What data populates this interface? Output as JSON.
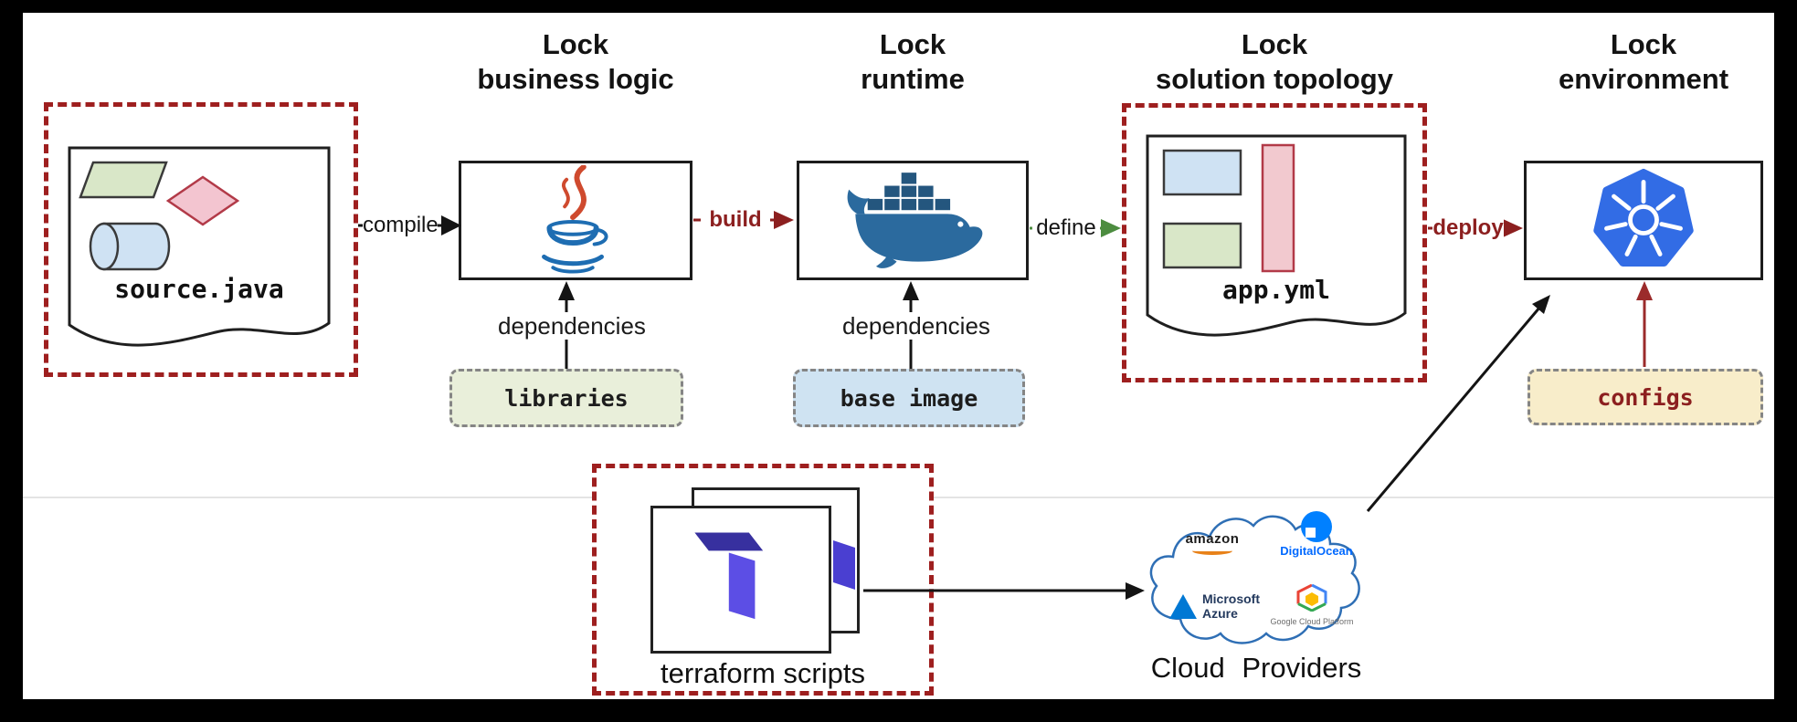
{
  "diagram": {
    "stages": {
      "source": {
        "file_label": "source.java"
      },
      "business_logic": {
        "title": "Lock\nbusiness logic",
        "dependency_label": "dependencies",
        "input_label": "libraries"
      },
      "runtime": {
        "title": "Lock\nruntime",
        "dependency_label": "dependencies",
        "input_label": "base image"
      },
      "solution_topology": {
        "title": "Lock\nsolution topology",
        "file_label": "app.yml"
      },
      "environment": {
        "title": "Lock\nenvironment",
        "input_label": "configs"
      }
    },
    "arrows": {
      "compile": "compile",
      "build": "build",
      "define": "define",
      "deploy": "deploy"
    },
    "bottom": {
      "terraform_label": "terraform scripts",
      "cloud_label": "Cloud Providers",
      "providers": {
        "amazon": "amazon",
        "digitalocean": "DigitalOcean",
        "microsoft_line1": "Microsoft",
        "microsoft_line2": "Azure",
        "google": "Google Cloud Platform"
      }
    },
    "icons": {
      "java": "java-cup-icon",
      "docker": "docker-whale-icon",
      "kubernetes": "kubernetes-helm-icon",
      "terraform": "terraform-icon",
      "cloud": "cloud-outline-icon"
    },
    "colors": {
      "frame": "#000000",
      "dashed_red": "#9e1f1f",
      "dark_red_arrow": "#8c1f1f",
      "green_arrow": "#4c8c3f",
      "black_arrow": "#141414",
      "libraries_bg": "#e9efda",
      "base_image_bg": "#cfe3f2",
      "configs_bg": "#f8edca",
      "kubernetes_blue": "#326ce5",
      "docker_blue": "#2b6a9e",
      "java_blue": "#1e6db2",
      "java_red": "#cf4a2e",
      "terraform_purple": "#5c4ee5",
      "digitalocean_blue": "#0080ff",
      "azure_blue": "#0078d4",
      "aws_orange": "#e8821a"
    }
  }
}
